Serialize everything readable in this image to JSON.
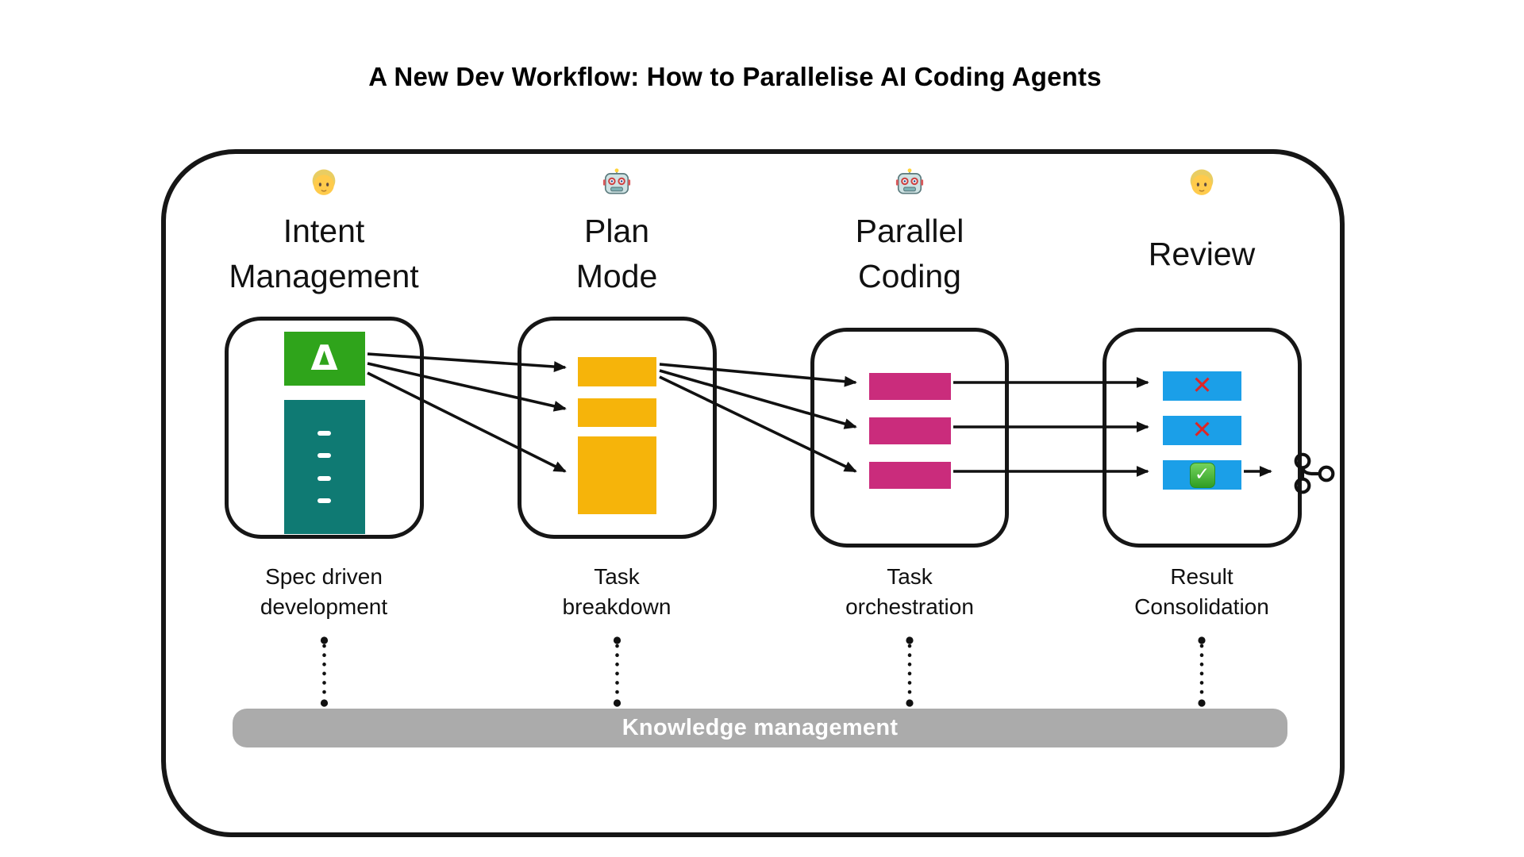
{
  "title": "A New Dev Workflow: How to Parallelise AI Coding Agents",
  "columns": [
    {
      "icon": "person-icon",
      "heading_lines": [
        "Intent",
        "Management"
      ],
      "caption_lines": [
        "Spec driven",
        "development"
      ]
    },
    {
      "icon": "robot-icon",
      "heading_lines": [
        "Plan",
        "Mode"
      ],
      "caption_lines": [
        "Task",
        "breakdown"
      ]
    },
    {
      "icon": "robot-icon",
      "heading_lines": [
        "Parallel",
        "Coding"
      ],
      "caption_lines": [
        "Task",
        "orchestration"
      ]
    },
    {
      "icon": "person-icon",
      "heading_lines": [
        "Review"
      ],
      "caption_lines": [
        "Result",
        "Consolidation"
      ]
    }
  ],
  "stage_glyphs": {
    "delta": "Δ",
    "cross": "✕",
    "check": "✓"
  },
  "knowledge_bar": {
    "label": "Knowledge management"
  },
  "colors": {
    "spec_green": "#2fa41b",
    "spec_teal": "#0f7a73",
    "plan_amber": "#f6b40a",
    "coding_magenta": "#ca2c7c",
    "review_blue": "#1b9fe8",
    "cross_red": "#dd2626",
    "check_green": "#2f9e25",
    "knowledge_gray": "#ababab",
    "ink": "#161616",
    "background": "#ffffff"
  }
}
